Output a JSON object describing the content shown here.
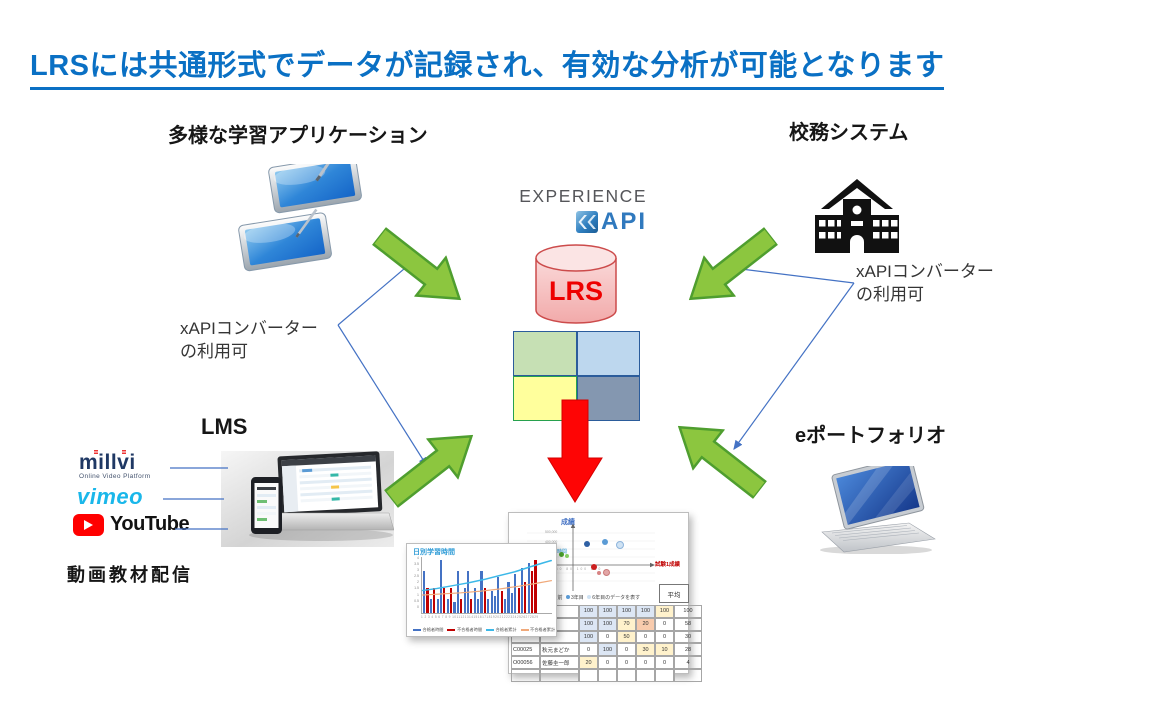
{
  "page": {
    "title": "LRSには共通形式でデータが記録され、有効な分析が可能となります"
  },
  "nodes": {
    "learning_apps": "多様な学習アプリケーション",
    "school_system": "校務システム",
    "lms": "LMS",
    "eportfolio": "eポートフォリオ",
    "video_caption": "動画教材配信"
  },
  "notes": {
    "left1": "xAPIコンバーター",
    "left2": "の利用可",
    "right1": "xAPIコンバーター",
    "right2": "の利用可"
  },
  "logos": {
    "xapi_line1": "EXPERIENCE",
    "xapi_line2": "API",
    "millvi": "millvi",
    "millvi_sub": "Online Video Platform",
    "vimeo": "vimeo",
    "youtube": "YouTube"
  },
  "lrs": {
    "label": "LRS"
  },
  "colors": {
    "accent_blue": "#0a70c4",
    "arrow_green": "#8cc63f",
    "arrow_green_border": "#4f9e2f",
    "arrow_red": "#fe0505",
    "connector_blue": "#4472c4",
    "quadrant": [
      "#c6e0b4",
      "#bdd7ee",
      "#ffff9c",
      "#8497b0"
    ],
    "lrs_text": "#ee0000",
    "vimeo_blue": "#1ab7ea",
    "youtube_red": "#ff0000",
    "millvi_navy": "#1f3864"
  },
  "analytics": {
    "bar_chart": {
      "type": "bar",
      "title": "日別学習時間",
      "yticks": [
        "4",
        "3.5",
        "3",
        "2.5",
        "2",
        "1.5",
        "1",
        "0.5",
        "0"
      ],
      "xticks": "1 2 3 4 5 6 7 8 9 1011121314151617181920212223242526272829",
      "bars": [
        "75b",
        "45r",
        "25b",
        "45r",
        "25b",
        "95b",
        "45r",
        "25b",
        "45r",
        "20b",
        "75b",
        "25r",
        "45b",
        "75b",
        "25r",
        "45b",
        "25b",
        "75b",
        "45r",
        "25b",
        "40b",
        "30b",
        "65b",
        "40r",
        "25b",
        "55b",
        "35b",
        "70b",
        "45r",
        "80b",
        "55r",
        "90b",
        "75r",
        "95r"
      ],
      "line_pass": "0,60 12,56 24,51 36,46 48,40 60,33 72,26 84,17 94,10 100,6",
      "line_fail": "0,68 15,66 30,64 45,61 60,57 75,52 88,47 100,42",
      "legend": [
        {
          "color": "#4472c4",
          "label": "合格者時間"
        },
        {
          "color": "#c00000",
          "label": "不合格者時間"
        },
        {
          "color": "#3bb8e8",
          "label": "合格者累計"
        },
        {
          "color": "#f0a97a",
          "label": "不合格者累計"
        }
      ]
    },
    "scatter": {
      "type": "scatter",
      "title": "成績",
      "xlabel": "試験1成績",
      "overlay": "学習時間",
      "ytick1": "500,000",
      "ytick2": "400,000",
      "xticks": "20  40  60  80  100  120",
      "legend": [
        {
          "dot": "#2e5fa3",
          "text": "入社前"
        },
        {
          "dot": "#5b9bd5",
          "text": "3年目"
        },
        {
          "dot": "#cfe2f3",
          "text": "6年目のデータを表す"
        }
      ],
      "dots": [
        {
          "x": 75,
          "y": 28,
          "s": 6,
          "bg": "#2e5fa3"
        },
        {
          "x": 93,
          "y": 26,
          "s": 6,
          "bg": "#5b9bd5"
        },
        {
          "x": 107,
          "y": 28,
          "s": 6,
          "bg": "#cfe2f3",
          "bd": "#8db4dc"
        },
        {
          "x": 50,
          "y": 39,
          "s": 5,
          "bg": "#4ea72e"
        },
        {
          "x": 56,
          "y": 41,
          "s": 4,
          "bg": "#86cf64"
        },
        {
          "x": 82,
          "y": 51,
          "s": 6,
          "bg": "#cc1f1f"
        },
        {
          "x": 94,
          "y": 56,
          "s": 5,
          "bg": "#e3a6a6",
          "bd": "#c97a7a"
        },
        {
          "x": 88,
          "y": 58,
          "s": 4,
          "bg": "#d88383"
        }
      ]
    },
    "table": {
      "avg_header": "平均",
      "rows": [
        {
          "id": "",
          "name": "",
          "cells": [
            "100|b",
            "100|b",
            "100|b",
            "100|b",
            "100|y"
          ],
          "avg": "100"
        },
        {
          "id": "",
          "name": "",
          "cells": [
            "100|b",
            "100|b",
            "70|y",
            "20|p",
            "0|w"
          ],
          "avg": "58"
        },
        {
          "id": "",
          "name": "",
          "cells": [
            "100|b",
            "0|w",
            "50|y",
            "0|w",
            "0|w"
          ],
          "avg": "30"
        },
        {
          "id": "C00025",
          "name": "秋元まどか",
          "cells": [
            "0|w",
            "100|b",
            "0|w",
            "30|y",
            "10|y"
          ],
          "avg": "28"
        },
        {
          "id": "O00056",
          "name": "佐藤圭一郎",
          "cells": [
            "20|y",
            "0|w",
            "0|w",
            "0|w",
            "0|w"
          ],
          "avg": "4"
        },
        {
          "id": "",
          "name": "",
          "cells": [
            "|w",
            "|w",
            "|w",
            "|w",
            "|w"
          ],
          "avg": ""
        }
      ]
    }
  }
}
